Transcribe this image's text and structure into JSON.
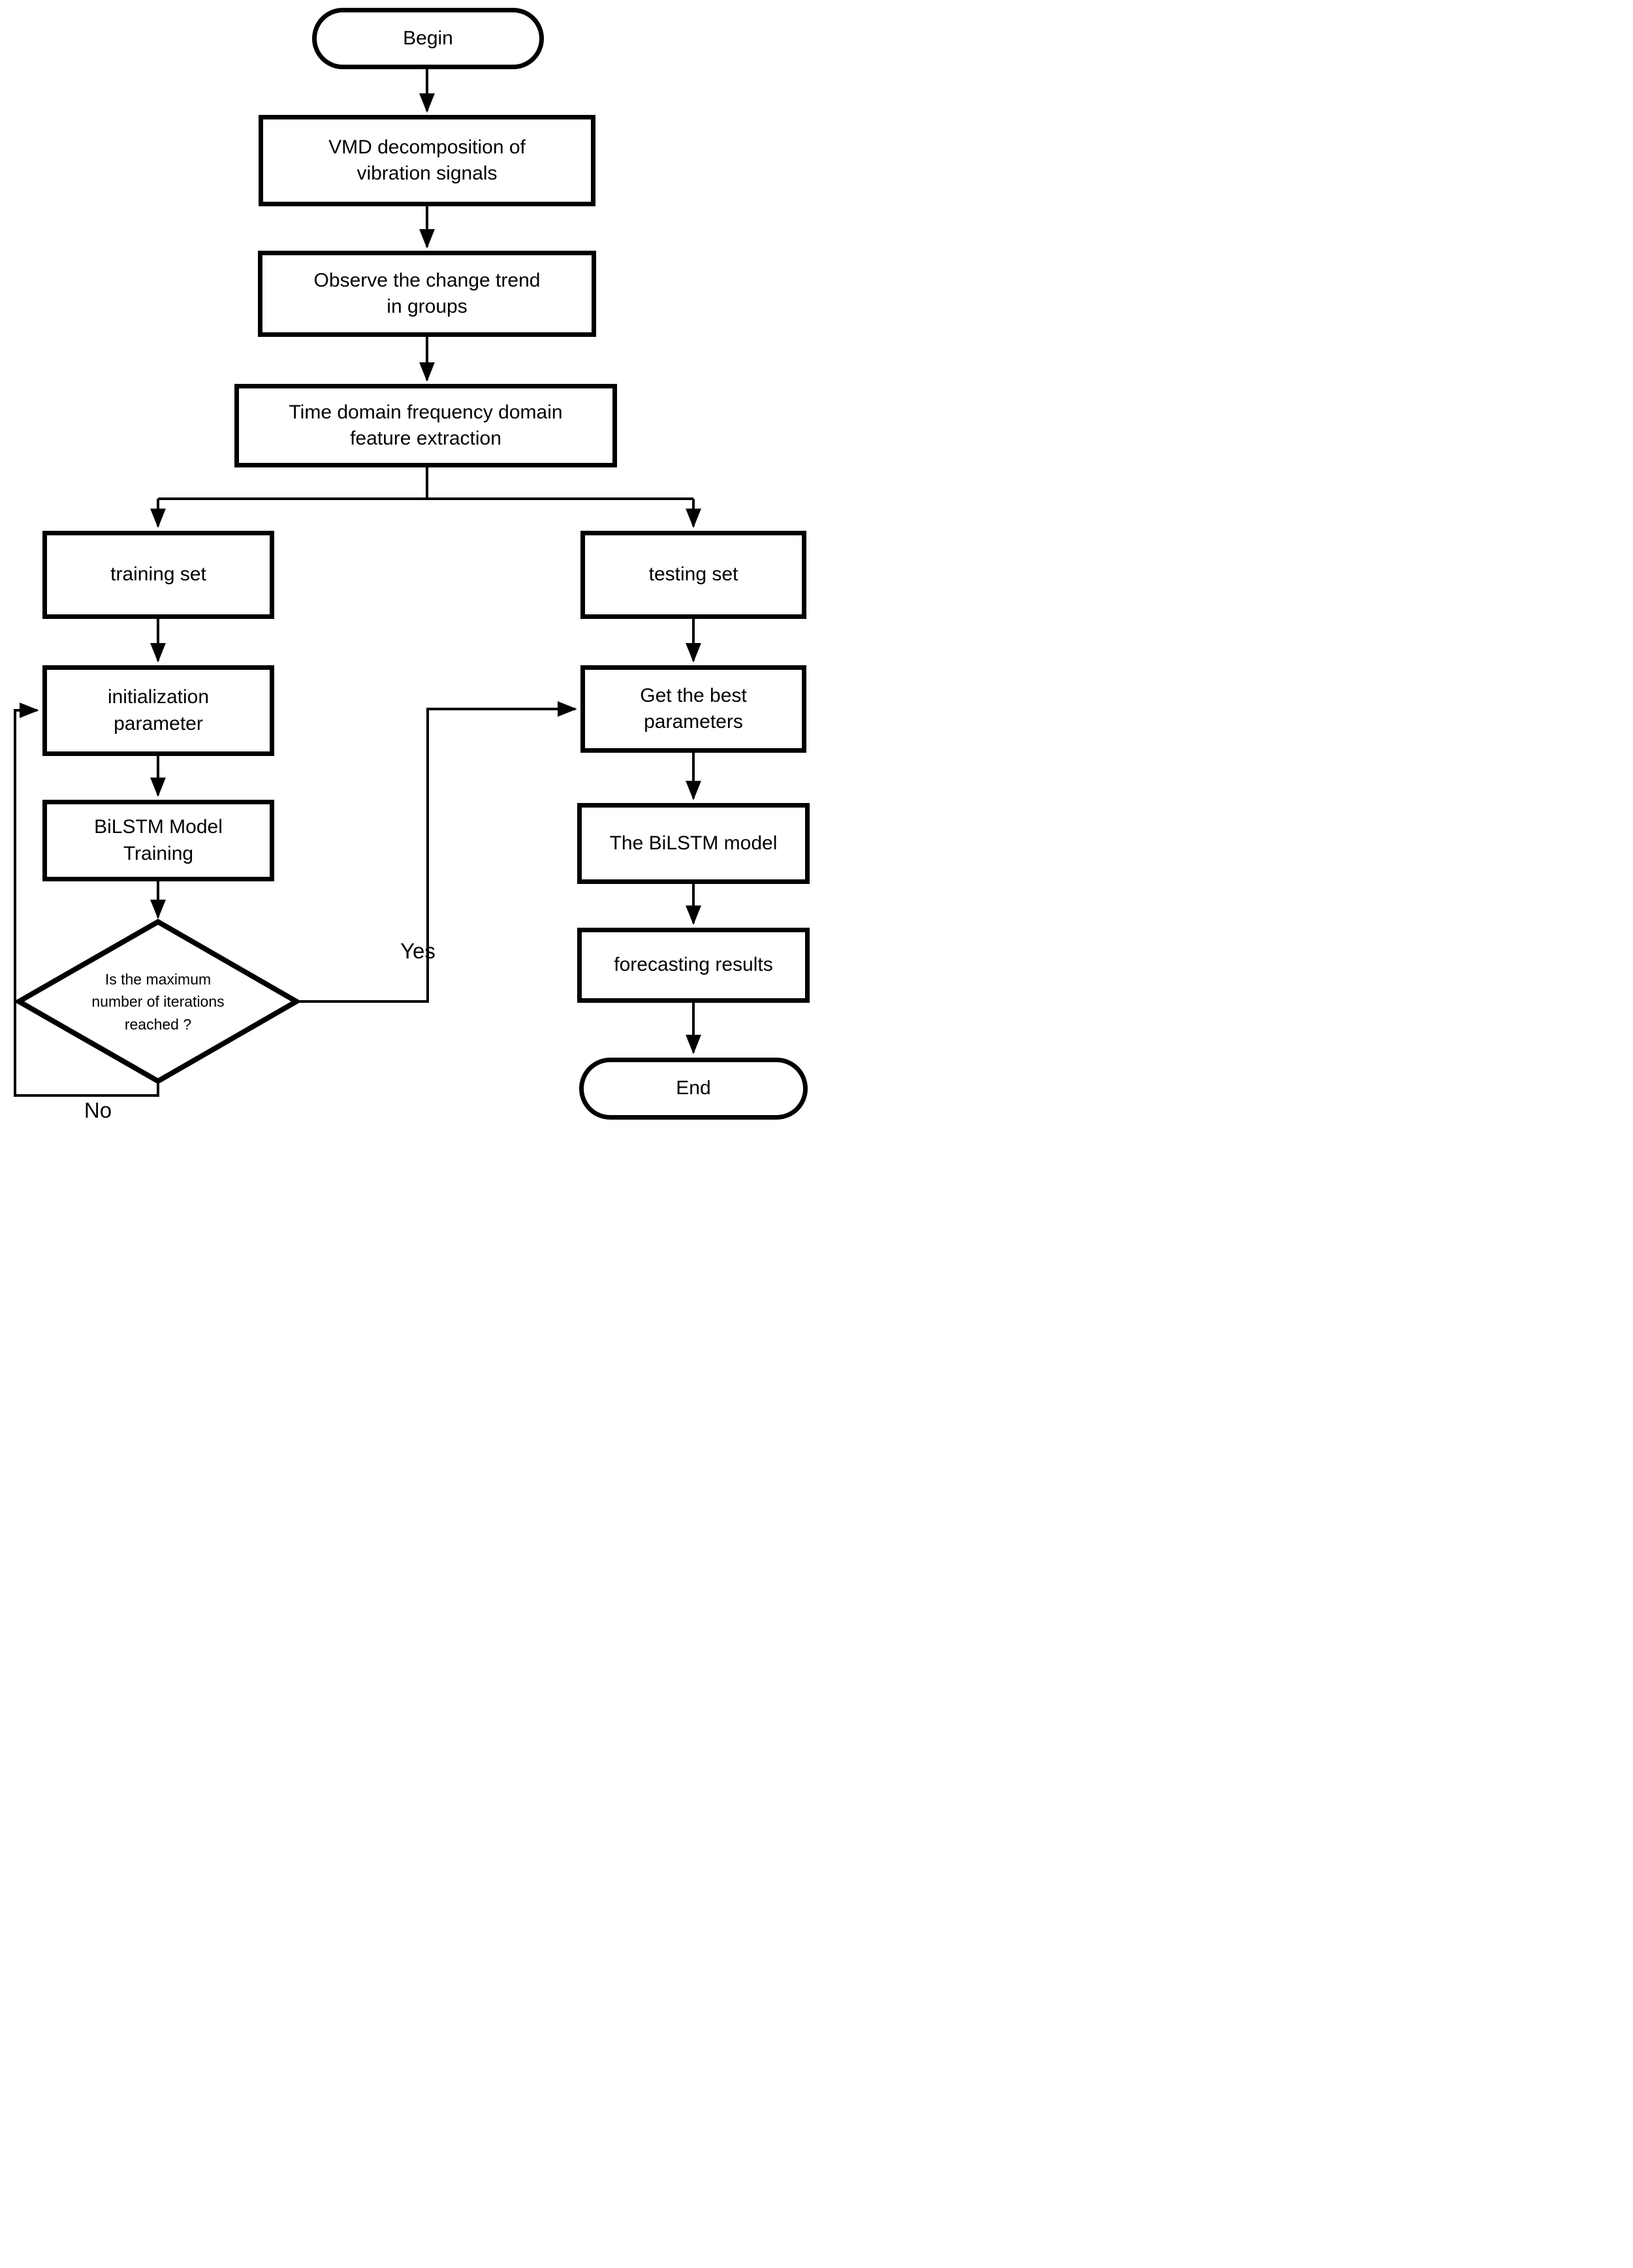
{
  "flowchart": {
    "colors": {
      "stroke": "#000000",
      "fill": "#ffffff",
      "text": "#000000"
    },
    "nodes": {
      "begin": {
        "label": "Begin",
        "shape": "stadium"
      },
      "vmd": {
        "label": "VMD decomposition of\nvibration signals",
        "shape": "process"
      },
      "observe": {
        "label": "Observe the change trend\nin groups",
        "shape": "process"
      },
      "feature_extraction": {
        "label": "Time domain frequency domain\nfeature extraction",
        "shape": "process"
      },
      "training_set": {
        "label": "training set",
        "shape": "process"
      },
      "testing_set": {
        "label": "testing set",
        "shape": "process"
      },
      "initialization": {
        "label": "initialization\nparameter",
        "shape": "process"
      },
      "bilstm_training": {
        "label": "BiLSTM Model\nTraining",
        "shape": "process"
      },
      "max_iterations": {
        "label": "Is the maximum\nnumber of iterations\nreached ?",
        "shape": "decision"
      },
      "get_best_parameters": {
        "label": "Get the best\nparameters",
        "shape": "process"
      },
      "bilstm_model": {
        "label": "The BiLSTM model",
        "shape": "process"
      },
      "forecasting_results": {
        "label": "forecasting results",
        "shape": "process"
      },
      "end": {
        "label": "End",
        "shape": "stadium"
      }
    },
    "edge_labels": {
      "yes": "Yes",
      "no": "No"
    },
    "edges": [
      {
        "from": "begin",
        "to": "vmd"
      },
      {
        "from": "vmd",
        "to": "observe"
      },
      {
        "from": "observe",
        "to": "feature_extraction"
      },
      {
        "from": "feature_extraction",
        "to": "training_set"
      },
      {
        "from": "feature_extraction",
        "to": "testing_set"
      },
      {
        "from": "training_set",
        "to": "initialization"
      },
      {
        "from": "initialization",
        "to": "bilstm_training"
      },
      {
        "from": "bilstm_training",
        "to": "max_iterations"
      },
      {
        "from": "max_iterations",
        "to": "get_best_parameters",
        "label": "Yes"
      },
      {
        "from": "max_iterations",
        "to": "initialization",
        "label": "No"
      },
      {
        "from": "testing_set",
        "to": "get_best_parameters"
      },
      {
        "from": "get_best_parameters",
        "to": "bilstm_model"
      },
      {
        "from": "bilstm_model",
        "to": "forecasting_results"
      },
      {
        "from": "forecasting_results",
        "to": "end"
      }
    ]
  }
}
